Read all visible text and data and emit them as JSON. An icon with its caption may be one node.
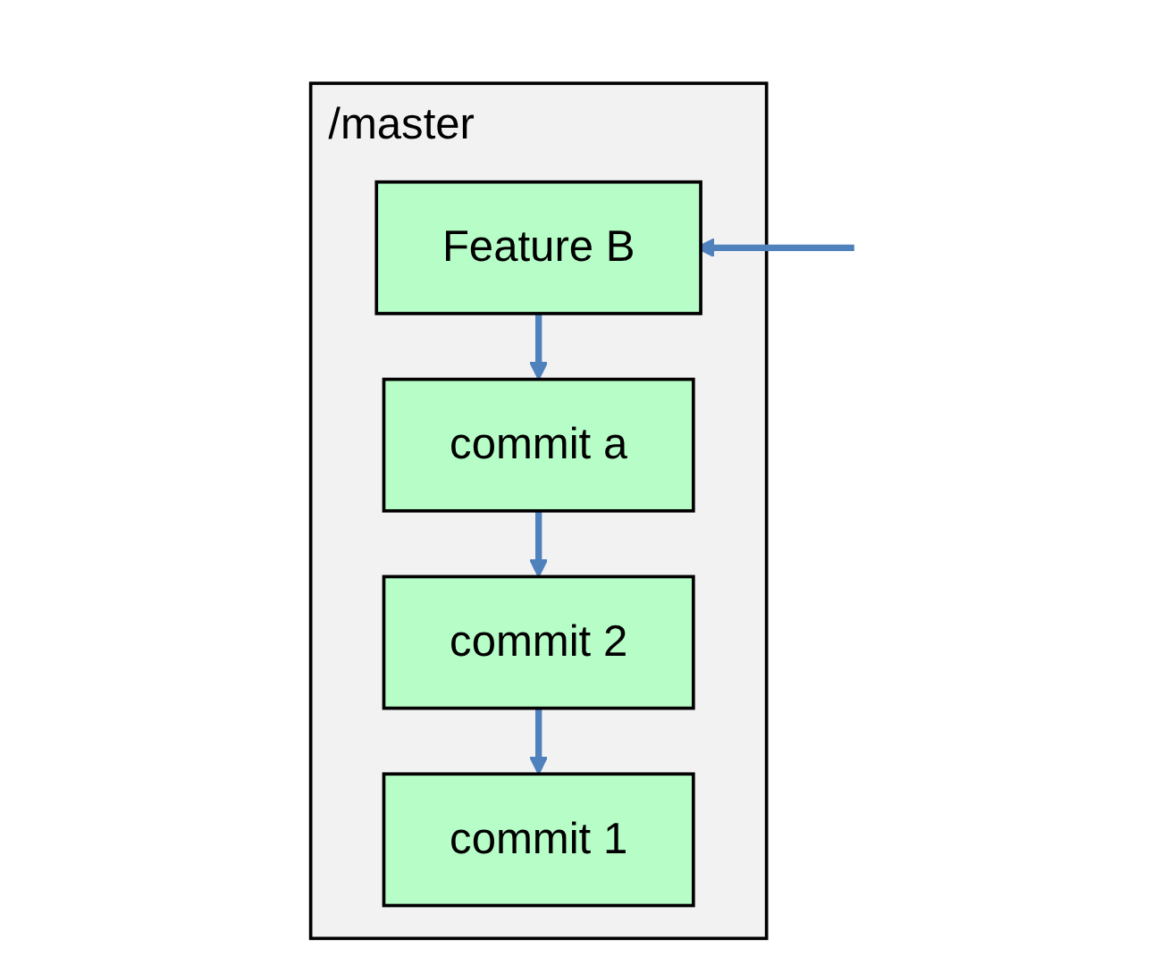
{
  "diagram": {
    "nodes": [
      {
        "text": [
          "/master"
        ]
      },
      {
        "text": [
          "Feature B"
        ],
        "in": 0
      },
      {
        "text": [
          "commit a"
        ],
        "in": 0
      },
      {
        "text": [
          "commit 2"
        ],
        "in": 0
      },
      {
        "text": [
          "commit 1"
        ],
        "in": 0
      }
    ],
    "edges": [
      {
        "from": null,
        "to": 1,
        "arrow": "to"
      },
      {
        "from": 1,
        "to": 2,
        "arrow": "to"
      },
      {
        "from": 2,
        "to": 3,
        "arrow": "to"
      },
      {
        "from": 3,
        "to": 4,
        "arrow": "to"
      }
    ]
  }
}
